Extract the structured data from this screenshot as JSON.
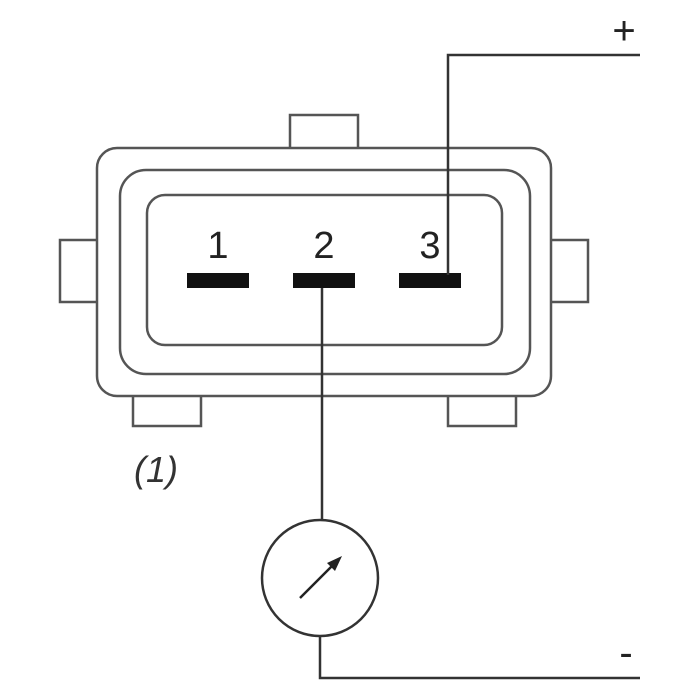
{
  "connector": {
    "callout_label": "(1)",
    "pins": [
      {
        "label": "1"
      },
      {
        "label": "2"
      },
      {
        "label": "3"
      }
    ]
  },
  "supply": {
    "positive_label": "+",
    "negative_label": "-"
  },
  "meter": {
    "icon": "gauge-needle-icon"
  }
}
